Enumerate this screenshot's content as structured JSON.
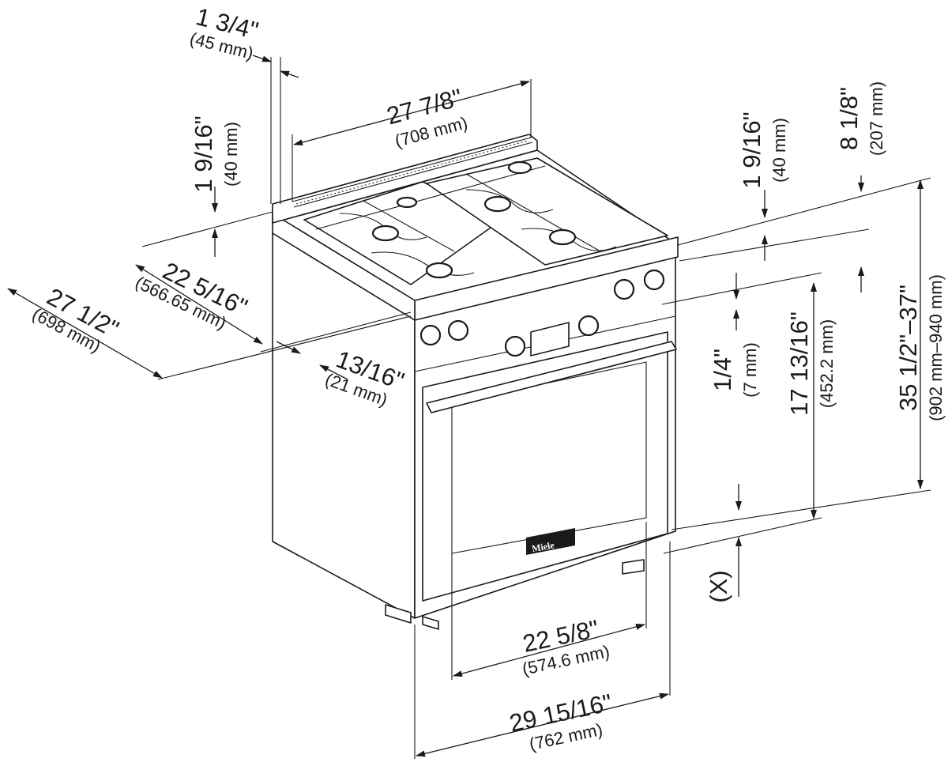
{
  "dimensions": {
    "top_lip_depth": {
      "imperial": "1 3/4\"",
      "metric": "(45 mm)"
    },
    "backguard_height_left": {
      "imperial": "1 9/16\"",
      "metric": "(40 mm)"
    },
    "overall_width_top": {
      "imperial": "27 7/8\"",
      "metric": "(708 mm)"
    },
    "backguard_height_right": {
      "imperial": "1 9/16\"",
      "metric": "(40 mm)"
    },
    "grate_height": {
      "imperial": "8 1/8\"",
      "metric": "(207 mm)"
    },
    "body_depth": {
      "imperial": "22 5/16\"",
      "metric": "(566.65 mm)"
    },
    "overall_depth": {
      "imperial": "27 1/2\"",
      "metric": "(698 mm)"
    },
    "door_thickness": {
      "imperial": "13/16\"",
      "metric": "(21 mm)"
    },
    "panel_gap": {
      "imperial": "1/4\"",
      "metric": "(7 mm)"
    },
    "door_height": {
      "imperial": "17 13/16\"",
      "metric": "(452.2 mm)"
    },
    "overall_height": {
      "imperial": "35 1/2\"–37\"",
      "metric": "(902 mm–940 mm)"
    },
    "leg_adjust": {
      "label": "(X)"
    },
    "oven_opening_width": {
      "imperial": "22 5/8\"",
      "metric": "(574.6 mm)"
    },
    "overall_width": {
      "imperial": "29 15/16\"",
      "metric": "(762 mm)"
    }
  },
  "brand": {
    "logo": "Miele"
  },
  "colors": {
    "ink": "#1a1a1a",
    "paper": "#ffffff"
  }
}
